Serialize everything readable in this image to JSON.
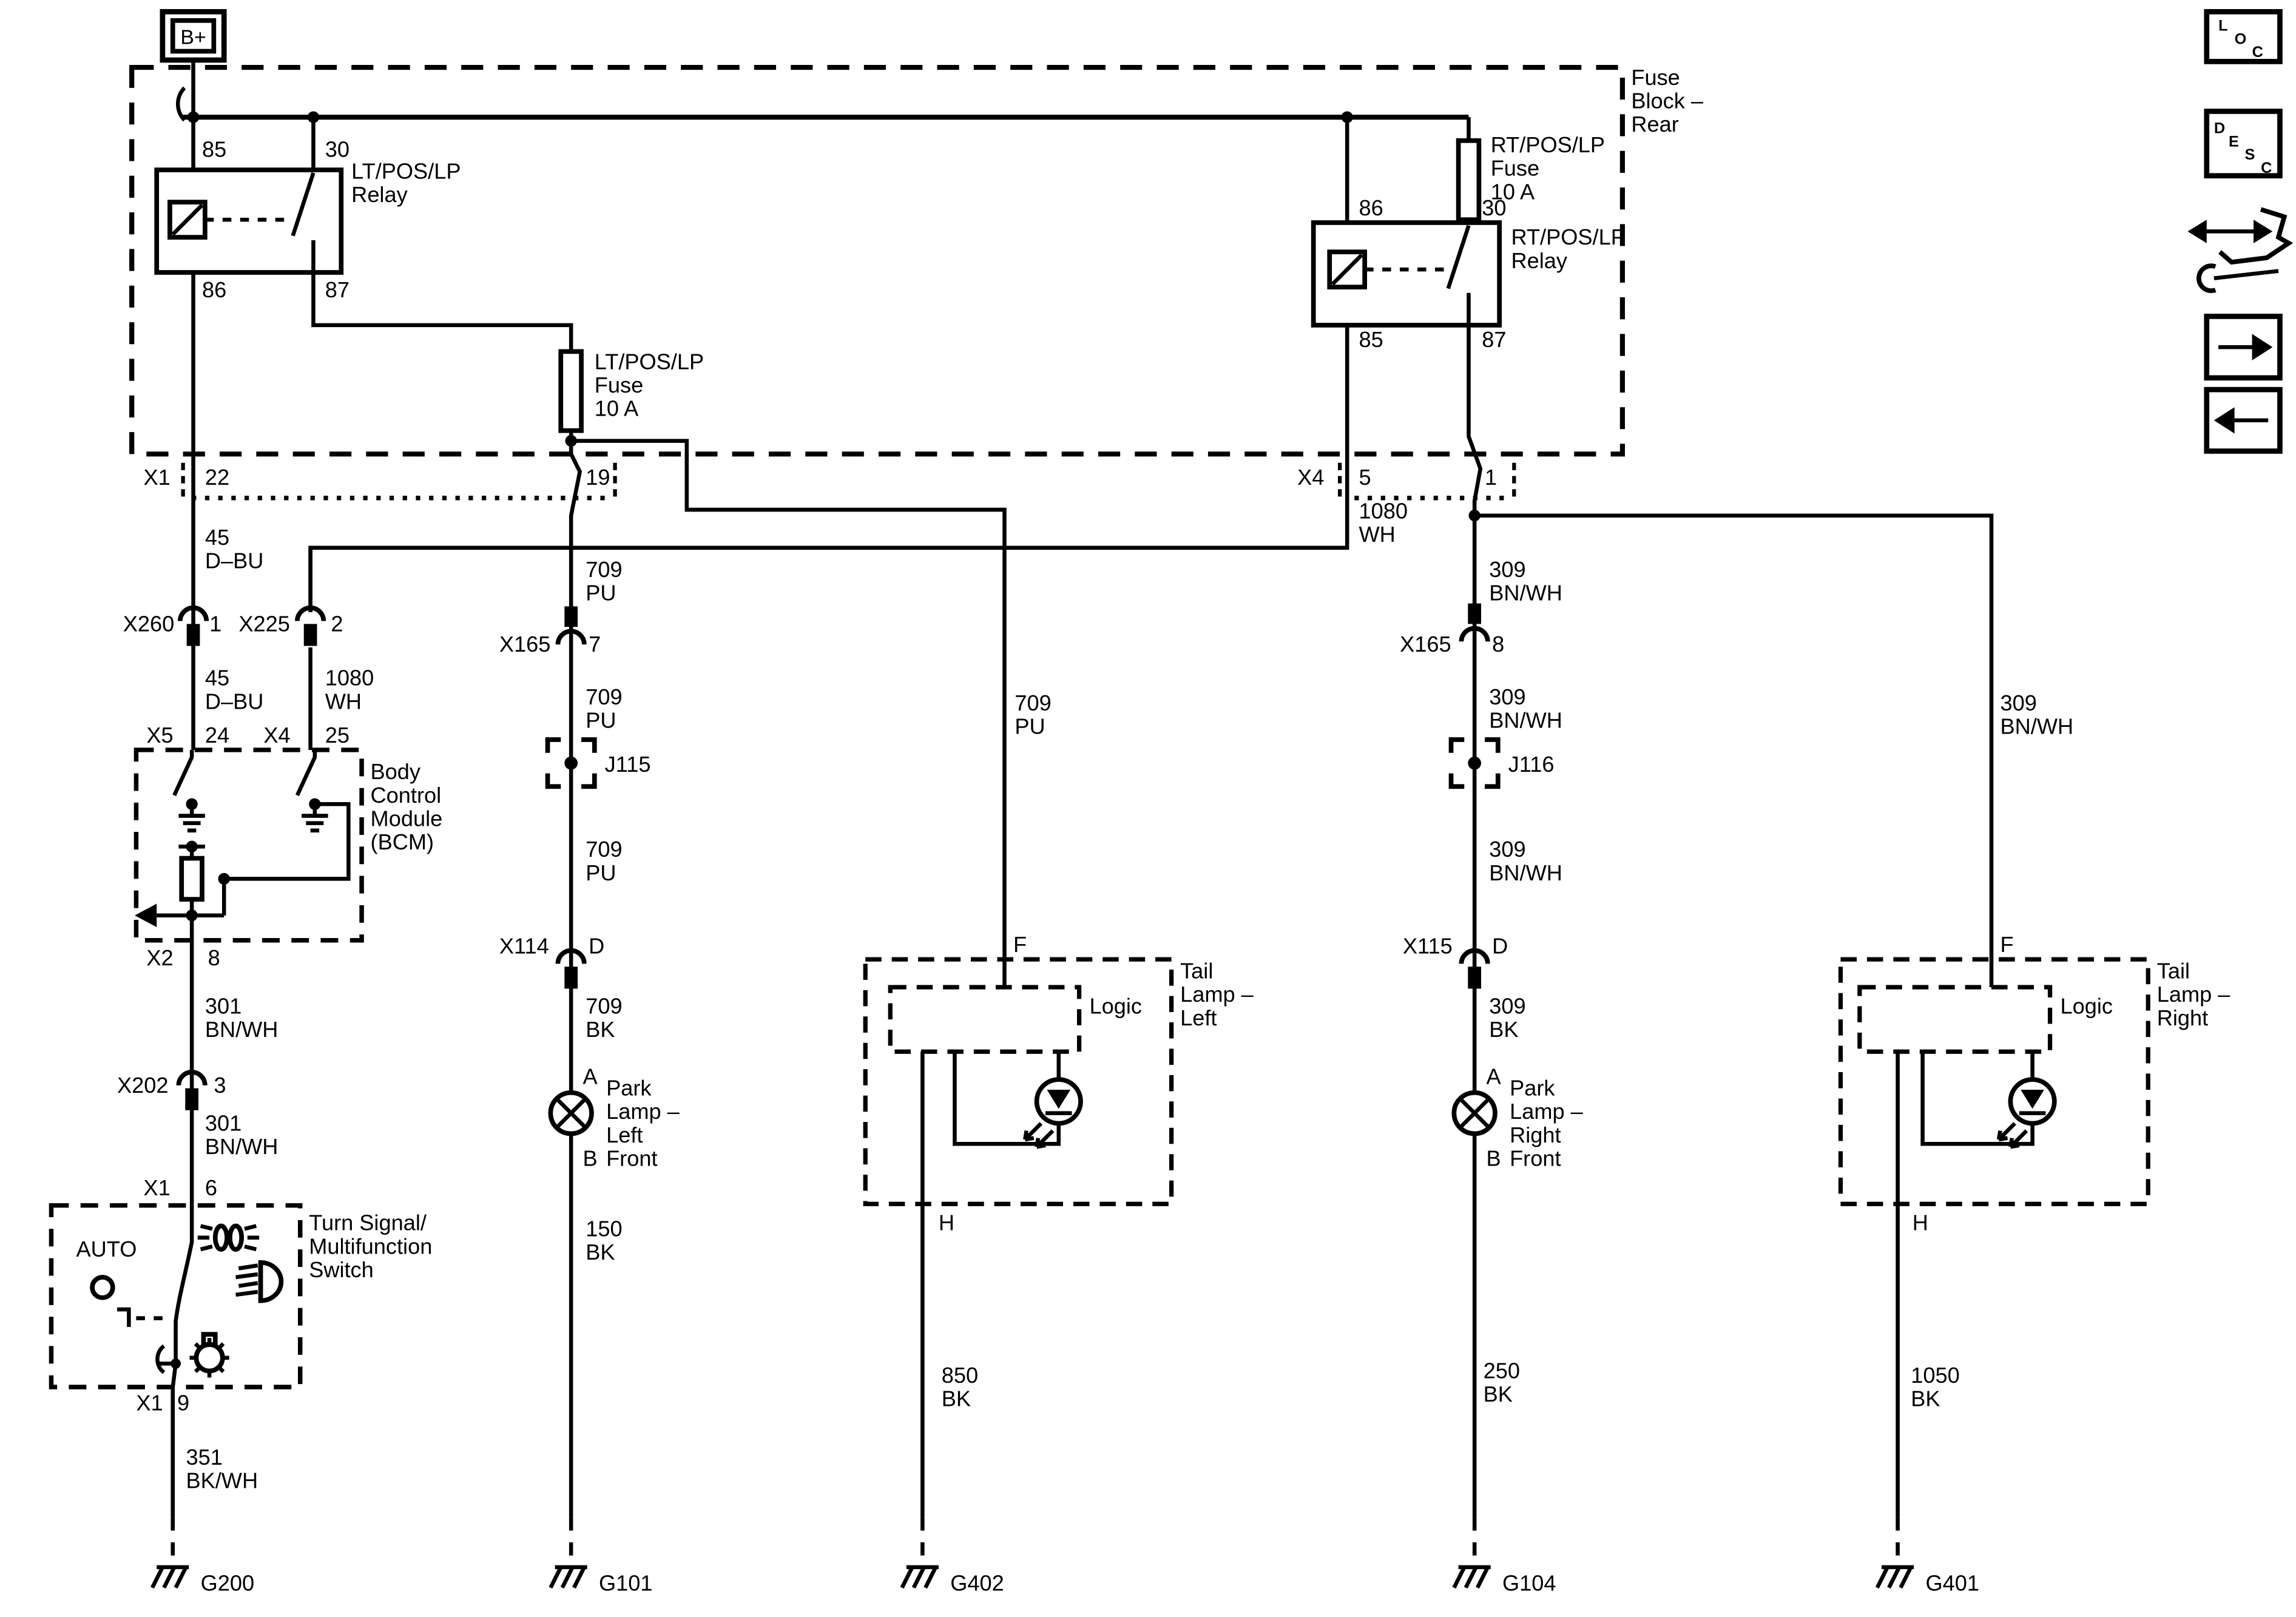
{
  "toolbar": {
    "loc": [
      "L",
      "O",
      "C"
    ],
    "desc": [
      "D",
      "E",
      "S",
      "C"
    ]
  },
  "power": {
    "b_plus": "B+"
  },
  "fuse_block": {
    "label": [
      "Fuse",
      "Block –",
      "Rear"
    ]
  },
  "relays": {
    "lt": {
      "name": [
        "LT/POS/LP",
        "Relay"
      ],
      "pin_tl": "85",
      "pin_tr": "30",
      "pin_bl": "86",
      "pin_br": "87"
    },
    "rt": {
      "name": [
        "RT/POS/LP",
        "Relay"
      ],
      "pin_tl": "86",
      "pin_tr": "30",
      "pin_bl": "85",
      "pin_br": "87"
    }
  },
  "fuses": {
    "lt": [
      "LT/POS/LP",
      "Fuse",
      "10 A"
    ],
    "rt": [
      "RT/POS/LP",
      "Fuse",
      "10 A"
    ]
  },
  "connectors": {
    "x1_22": {
      "name": "X1",
      "pin": "22"
    },
    "p19": {
      "pin": "19"
    },
    "x4_5": {
      "name": "X4",
      "pin": "5"
    },
    "x4_1": {
      "pin": "1"
    },
    "x260": {
      "name": "X260",
      "pin": "1"
    },
    "x225": {
      "name": "X225",
      "pin": "2"
    },
    "x165_7": {
      "name": "X165",
      "pin": "7"
    },
    "x165_8": {
      "name": "X165",
      "pin": "8"
    },
    "x5_24": {
      "name": "X5",
      "pin": "24"
    },
    "x4_25": {
      "name": "X4",
      "pin": "25"
    },
    "x2_8": {
      "name": "X2",
      "pin": "8"
    },
    "x202_3": {
      "name": "X202",
      "pin": "3"
    },
    "x1_6": {
      "name": "X1",
      "pin": "6"
    },
    "x1_9": {
      "name": "X1",
      "pin": "9"
    },
    "x114_d": {
      "name": "X114",
      "pin": "D"
    },
    "x115_d": {
      "name": "X115",
      "pin": "D"
    },
    "j115": "J115",
    "j116": "J116"
  },
  "wires": {
    "w45": {
      "num": "45",
      "color": "D–BU"
    },
    "w1080": {
      "num": "1080",
      "color": "WH"
    },
    "w709pu": {
      "num": "709",
      "color": "PU"
    },
    "w709bk": {
      "num": "709",
      "color": "BK"
    },
    "w309": {
      "num": "309",
      "color": "BN/WH"
    },
    "w309bk": {
      "num": "309",
      "color": "BK"
    },
    "w301": {
      "num": "301",
      "color": "BN/WH"
    },
    "w351": {
      "num": "351",
      "color": "BK/WH"
    },
    "w150": {
      "num": "150",
      "color": "BK"
    },
    "w850": {
      "num": "850",
      "color": "BK"
    },
    "w250": {
      "num": "250",
      "color": "BK"
    },
    "w1050": {
      "num": "1050",
      "color": "BK"
    }
  },
  "bcm": {
    "label": [
      "Body",
      "Control",
      "Module",
      "(BCM)"
    ]
  },
  "mf_switch": {
    "label": [
      "Turn Signal/",
      "Multifunction",
      "Switch"
    ],
    "auto": "AUTO"
  },
  "park_lamps": {
    "left": {
      "label": [
        "Park",
        "Lamp –",
        "Left",
        "Front"
      ],
      "pin_a": "A",
      "pin_b": "B"
    },
    "right": {
      "label": [
        "Park",
        "Lamp –",
        "Right",
        "Front"
      ],
      "pin_a": "A",
      "pin_b": "B"
    }
  },
  "tail_lamps": {
    "left": {
      "label": [
        "Tail",
        "Lamp –",
        "Left"
      ],
      "logic": "Logic",
      "pin_f": "F",
      "pin_h": "H"
    },
    "right": {
      "label": [
        "Tail",
        "Lamp –",
        "Right"
      ],
      "logic": "Logic",
      "pin_f": "F",
      "pin_h": "H"
    }
  },
  "grounds": {
    "g200": "G200",
    "g101": "G101",
    "g402": "G402",
    "g104": "G104",
    "g401": "G401"
  },
  "colors": {
    "ink": "#000000",
    "paper": "#ffffff"
  }
}
